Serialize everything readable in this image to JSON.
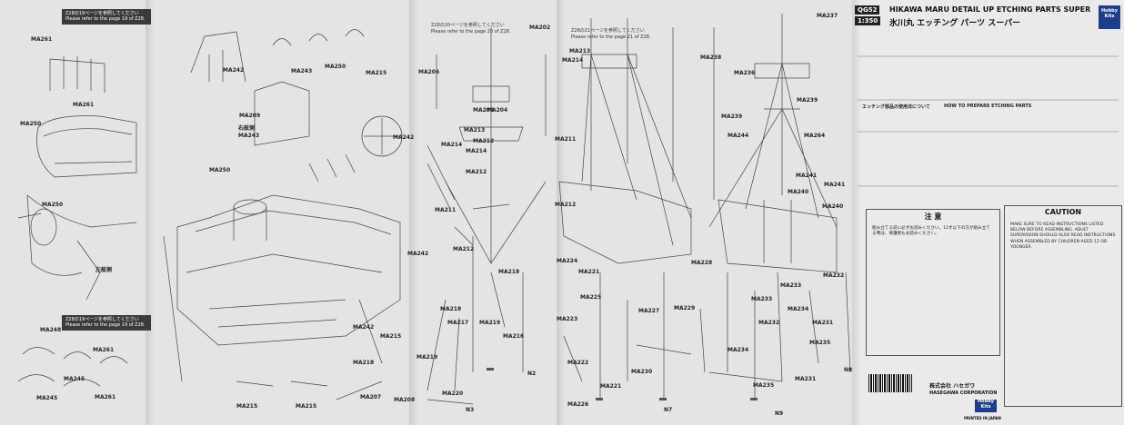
{
  "header": {
    "code": "QG52",
    "scale": "1:350",
    "title_en": "HIKAWA MARU DETAIL UP ETCHING PARTS SUPER",
    "title_jp": "氷川丸 エッチング パーツ スーパー",
    "logo": "Hobby Kits"
  },
  "notes": {
    "n1_jp": "Z28の19ページを参照してください",
    "n1_en": "Please refer to the page 19 of Z28.",
    "n2_jp": "Z28の20ページを参照してください",
    "n2_en": "Please refer to the page 20 of Z28.",
    "n3_jp": "Z28の21ページを参照してください",
    "n3_en": "Please refer to the page 21 of Z28."
  },
  "labels": {
    "ma261": "MA261",
    "ma250": "MA250",
    "ma242": "MA242",
    "ma243": "MA243",
    "ma215": "MA215",
    "ma209": "MA209",
    "ma248": "MA248",
    "ma245": "MA245",
    "ma218": "MA218",
    "ma208": "MA208",
    "ma207": "MA207",
    "ma202": "MA202",
    "ma206": "MA206",
    "ma201": "MA201",
    "ma204": "MA204",
    "ma212": "MA212",
    "ma214": "MA214",
    "ma211": "MA211",
    "ma213": "MA213",
    "ma224": "MA224",
    "ma221": "MA221",
    "ma225": "MA225",
    "ma223": "MA223",
    "ma219": "MA219",
    "ma217": "MA217",
    "ma222": "MA222",
    "ma220": "MA220",
    "ma216": "MA216",
    "ma226": "MA226",
    "ma227": "MA227",
    "ma229": "MA229",
    "ma230": "MA230",
    "ma237": "MA237",
    "ma238": "MA238",
    "ma236": "MA236",
    "ma239": "MA239",
    "ma244": "MA244",
    "ma264": "MA264",
    "ma241": "MA241",
    "ma240": "MA240",
    "ma228": "MA228",
    "ma233": "MA233",
    "ma232": "MA232",
    "ma234": "MA234",
    "ma231": "MA231",
    "ma235": "MA235",
    "n2": "N2",
    "n3": "N3",
    "n7": "N7",
    "n8": "N8",
    "n9": "N9",
    "starboard": "右舷側",
    "portside": "左舷側"
  },
  "caution": {
    "title_jp": "注 意",
    "title_en": "CAUTION",
    "text_en": "MAKE SURE TO READ INSTRUCTIONS LISTED BELOW BEFORE ASSEMBLING. ADULT SUPERVISION SHOULD ALSO READ INSTRUCTIONS WHEN ASSEMBLED BY CHILDREN AGED 12 OR YOUNGER.",
    "text_jp": "組み立てる前に必ずお読みください。12才以下の方が組み立てる時は、保護者もお読みください。"
  },
  "sections": {
    "prep_jp": "エッチング部品の使用法について",
    "prep_en": "HOW TO PREPARE ETCHING PARTS"
  },
  "footer": {
    "brand_jp": "株式会社 ハセガワ",
    "brand_en": "HASEGAWA CORPORATION",
    "printed": "PRINTED IN JAPAN"
  },
  "colors": {
    "paper": "#e6e4e3",
    "ink": "#222222",
    "note_bg": "#3b3b3b",
    "logo_bg": "#1d3d8c"
  }
}
